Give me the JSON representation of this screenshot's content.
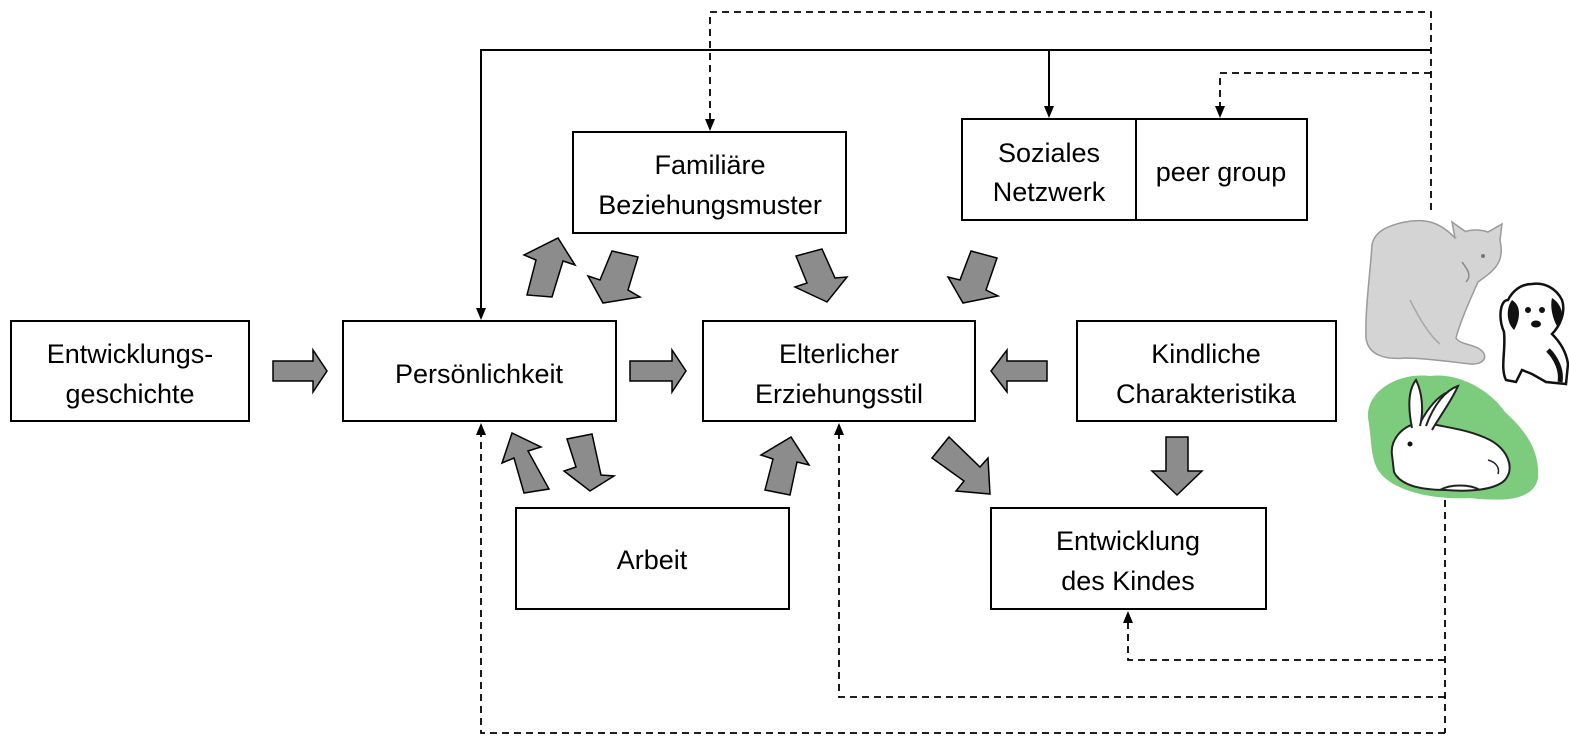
{
  "diagram": {
    "boxes": {
      "entwicklungsgeschichte": {
        "line1": "Entwicklungs-",
        "line2": "geschichte"
      },
      "persoenlichkeit": {
        "line1": "Persönlichkeit"
      },
      "familiaere": {
        "line1": "Familiäre",
        "line2": "Beziehungsmuster"
      },
      "soziales": {
        "line1": "Soziales",
        "line2": "Netzwerk"
      },
      "peer": {
        "line1": "peer group"
      },
      "elterlicher": {
        "line1": "Elterlicher",
        "line2": "Erziehungsstil"
      },
      "kindliche": {
        "line1": "Kindliche",
        "line2": "Charakteristika"
      },
      "arbeit": {
        "line1": "Arbeit"
      },
      "entwicklung_kind": {
        "line1": "Entwicklung",
        "line2": "des Kindes"
      }
    },
    "pets": [
      "cat-icon",
      "dog-icon",
      "rabbit-icon"
    ],
    "colors": {
      "arrow_fill": "#8c8c8c",
      "rabbit_bg": "#7dcc7d",
      "cat": "#d4d4d4"
    }
  }
}
